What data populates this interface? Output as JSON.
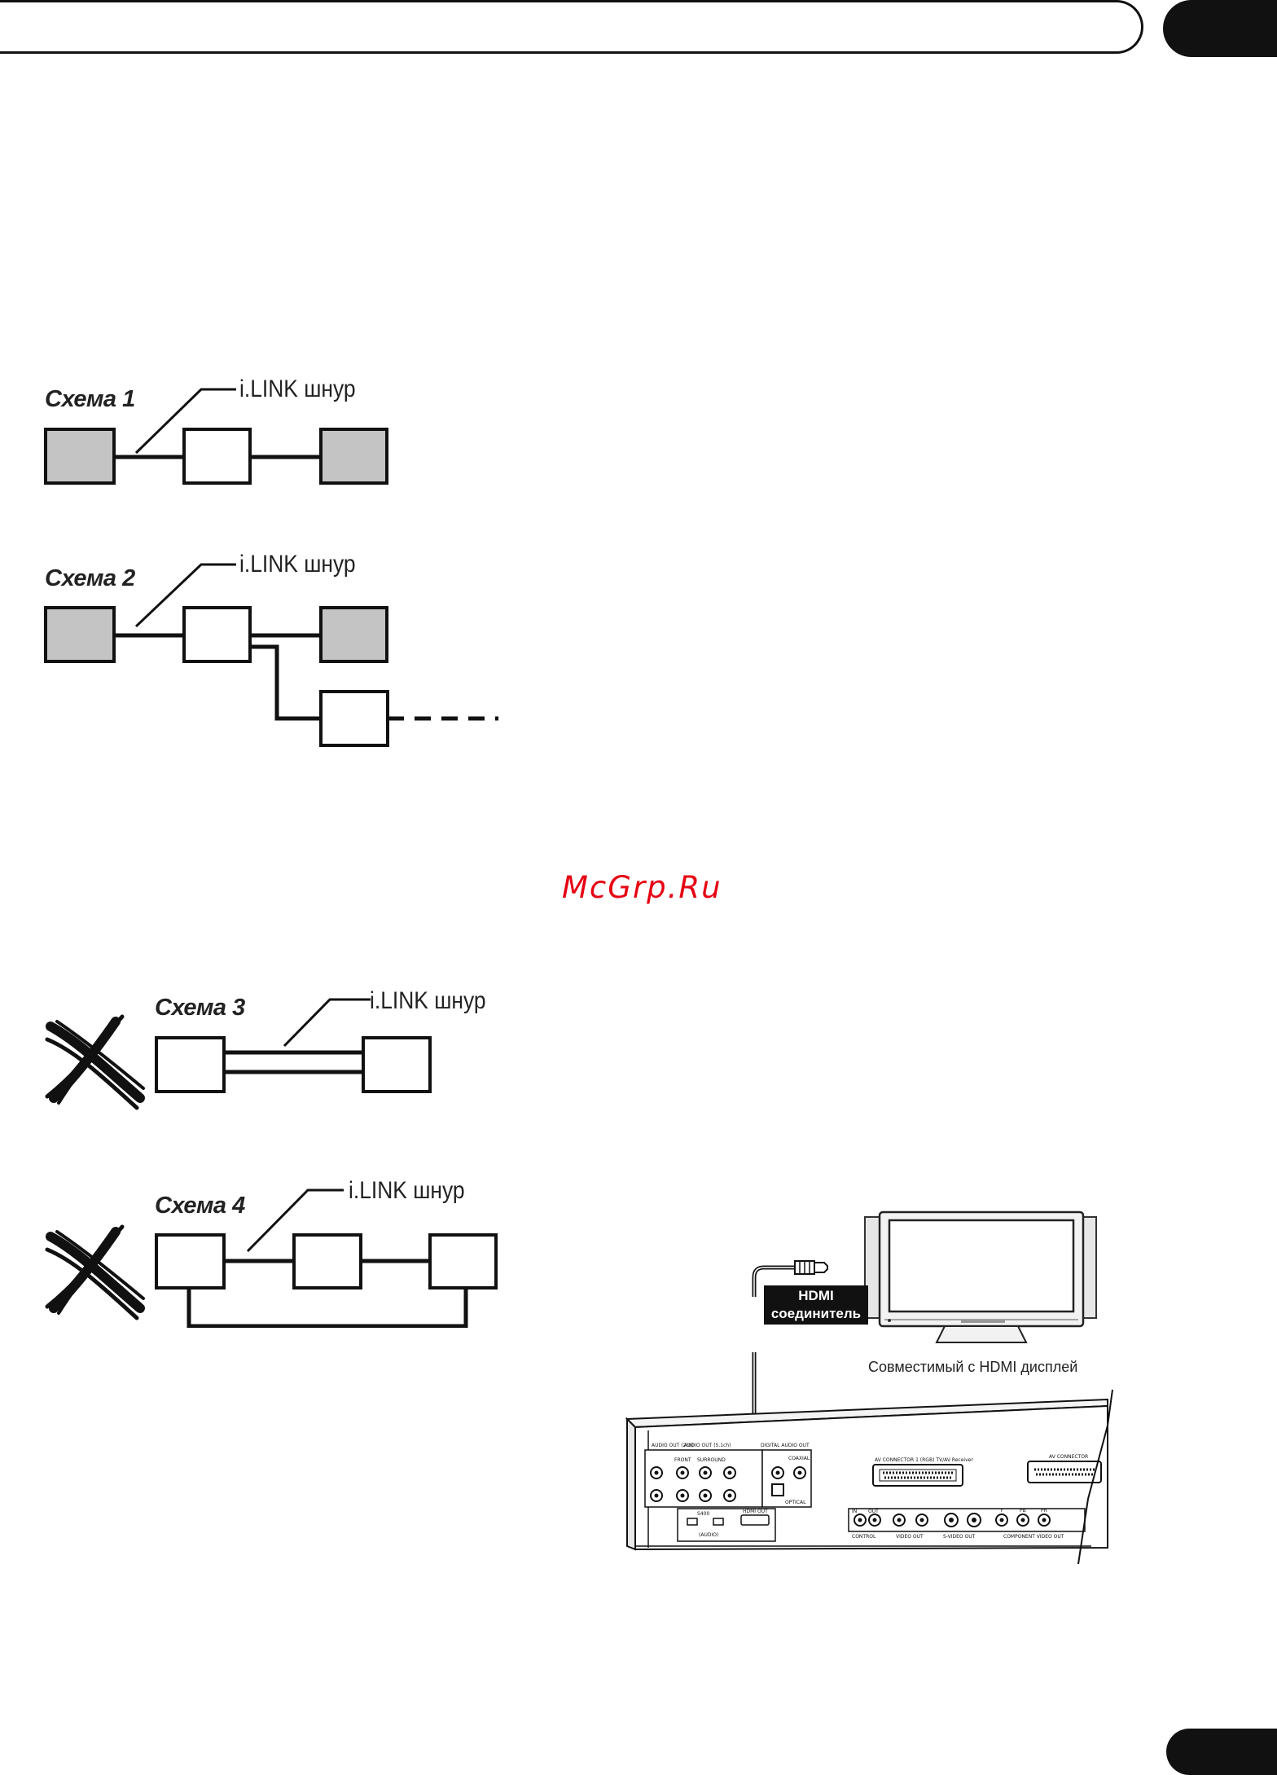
{
  "header": {
    "bar": "",
    "tab": ""
  },
  "footer": {
    "page_tab": ""
  },
  "watermark": "McGrp.Ru",
  "diagrams": [
    {
      "label": "Схема 1",
      "cord": "i.LINK шнур",
      "valid": true
    },
    {
      "label": "Схема 2",
      "cord": "i.LINK шнур",
      "valid": true
    },
    {
      "label": "Схема 3",
      "cord": "i.LINK шнур",
      "valid": false
    },
    {
      "label": "Схема 4",
      "cord": "i.LINK шнур",
      "valid": false
    }
  ],
  "hdmi": {
    "connector_label_line1": "HDMI",
    "connector_label_line2": "соединитель",
    "display_caption": "Совместимый с HDMI дисплей",
    "panel": {
      "audio_out_2ch": "AUDIO OUT (2ch)",
      "audio_out_51": "AUDIO OUT (5.1ch)",
      "front": "FRONT",
      "surround": "SURROUND",
      "digital_audio_out": "DIGITAL AUDIO OUT",
      "coaxial": "COAXIAL",
      "optical": "OPTICAL",
      "s400": "S400",
      "audio": "(AUDIO)",
      "hdmi_out": "HDMI OUT",
      "av_connector_1": "AV CONNECTOR 1 (RGB) TV/AV Receiver",
      "av_connector_2": "AV CONNECTOR",
      "control": "CONTROL",
      "in": "IN",
      "out": "OUT",
      "video_out": "VIDEO OUT",
      "s_video_out": "S-VIDEO OUT",
      "component_video_out": "COMPONENT VIDEO OUT",
      "y": "Y",
      "pb": "PB",
      "pr": "PR"
    }
  }
}
